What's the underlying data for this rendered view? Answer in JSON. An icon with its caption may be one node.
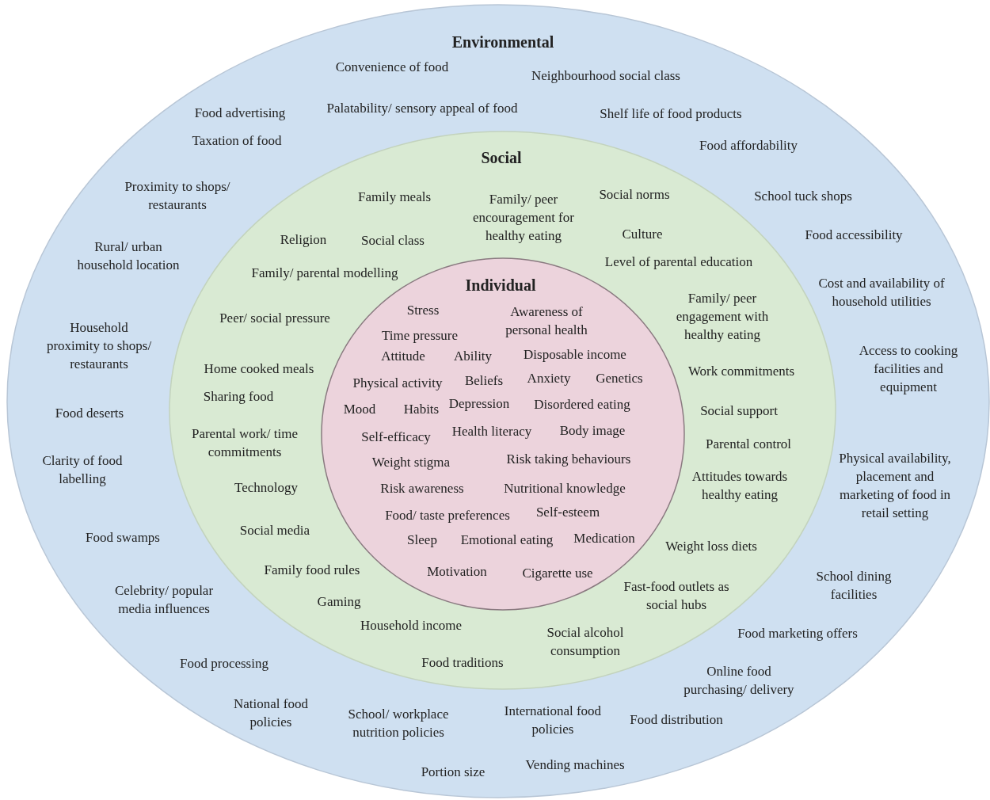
{
  "diagram": {
    "nodes": [
      {
        "text": [
          "Environmental",
          "Convenience of food",
          "Neighbourhood social class",
          "Food advertising",
          "Palatability/ sensory appeal of food",
          "Shelf life of food products",
          "Taxation of food",
          "Food affordability",
          "Proximity to shops/ restaurants",
          "School tuck shops",
          "Rural/ urban household location",
          "Food accessibility",
          "Cost and availability of household utilities",
          "Household proximity to shops/ restaurants",
          "Access to cooking facilities and equipment",
          "Food deserts",
          "Clarity of food labelling",
          "Physical availability, placement and marketing of food in retail setting",
          "Food swamps",
          "School dining facilities",
          "Celebrity/ popular media influences",
          "Food marketing offers",
          "Food processing",
          "Online food purchasing/ delivery",
          "National food policies",
          "School/ workplace nutrition policies",
          "International food policies",
          "Food distribution",
          "Portion size",
          "Vending machines"
        ]
      },
      {
        "text": [
          "Social",
          "Family meals",
          "Family/ peer encouragement for healthy eating",
          "Social norms",
          "Culture",
          "Religion",
          "Social class",
          "Level of parental education",
          "Family/ parental modelling",
          "Family/ peer engagement with healthy eating",
          "Peer/ social pressure",
          "Home cooked meals",
          "Work commitments",
          "Sharing food",
          "Social support",
          "Parental work/ time commitments",
          "Parental control",
          "Technology",
          "Attitudes towards healthy eating",
          "Social media",
          "Weight loss diets",
          "Family food rules",
          "Fast-food outlets as social hubs",
          "Gaming",
          "Household income",
          "Social alcohol consumption",
          "Food traditions"
        ],
        "in": 0
      },
      {
        "text": [
          "Individual",
          "Stress",
          "Awareness of personal health",
          "Time pressure",
          "Attitude",
          "Ability",
          "Disposable income",
          "Physical activity",
          "Beliefs",
          "Anxiety",
          "Genetics",
          "Mood",
          "Habits",
          "Depression",
          "Disordered eating",
          "Self-efficacy",
          "Health literacy",
          "Body image",
          "Weight stigma",
          "Risk taking behaviours",
          "Risk awareness",
          "Nutritional knowledge",
          "Food/ taste preferences",
          "Self-esteem",
          "Sleep",
          "Emotional eating",
          "Medication",
          "Motivation",
          "Cigarette use"
        ],
        "in": 1
      }
    ]
  }
}
